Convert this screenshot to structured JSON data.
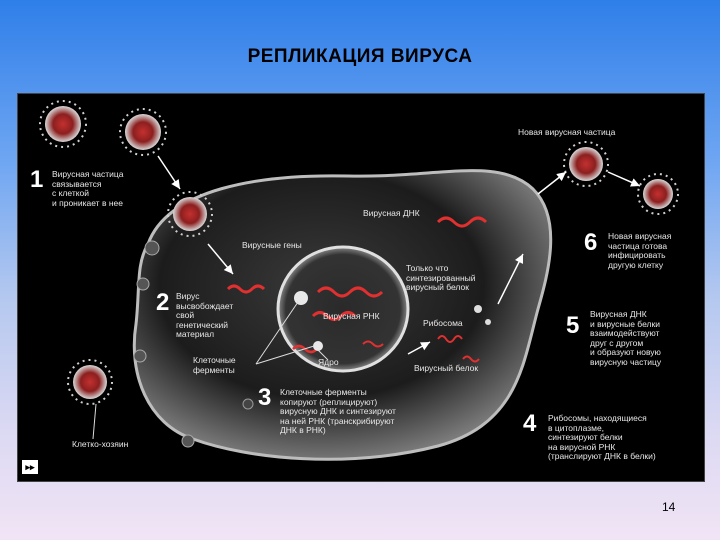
{
  "slide": {
    "title": "РЕПЛИКАЦИЯ ВИРУСА",
    "page_number": "14"
  },
  "diagram": {
    "steps": [
      {
        "number": "1",
        "text": "Вирусная частица\nсвязывается\nс клеткой\nи проникает в нее"
      },
      {
        "number": "2",
        "text": "Вирус\nвысвобождает\nсвой\nгенетический\nматериал"
      },
      {
        "number": "3",
        "text": "Клеточные ферменты\nкопируют (реплицируют)\nвирусную ДНК и синтезируют\nна ней РНК (транскрибируют\nДНК в РНК)"
      },
      {
        "number": "4",
        "text": "Рибосомы, находящиеся\nв цитоплазме,\nсинтезируют белки\nна вирусной РНК\n(транслируют ДНК в белки)"
      },
      {
        "number": "5",
        "text": "Вирусная ДНК\nи вирусные белки\nвзаимодействуют\nдруг с другом\nи образуют новую\nвирусную частицу"
      },
      {
        "number": "6",
        "text": "Новая вирусная\nчастица готова\nинфицировать\nдругую клетку"
      }
    ],
    "labels": {
      "new_particle": "Новая вирусная частица",
      "viral_dna": "Вирусная ДНК",
      "viral_genes": "Вирусные гены",
      "new_protein": "Только что\nсинтезированный\nвирусный белок",
      "viral_rna": "Вирусная РНК",
      "ribosome": "Рибосома",
      "cell_enzymes": "Клеточные\nферменты",
      "nucleus": "Ядро",
      "viral_protein": "Вирусный белок",
      "host_cell": "Клетко-хозяин"
    }
  }
}
